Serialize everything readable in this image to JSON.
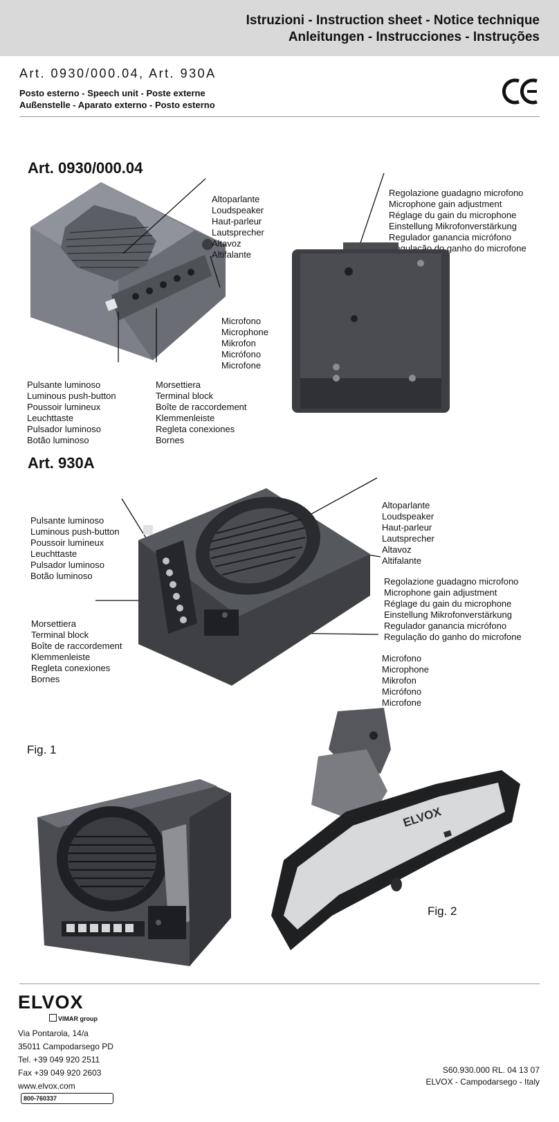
{
  "header": {
    "line1": "Istruzioni - Instruction sheet - Notice technique",
    "line2": "Anleitungen - Instrucciones - Instruções"
  },
  "title": "Art. 0930/000.04, Art. 930A",
  "subtitle": {
    "line1": "Posto esterno - Speech unit - Poste externe",
    "line2": "Außenstelle - Aparato externo  - Posto esterno"
  },
  "ce_mark": "CE",
  "section1": {
    "heading": "Art. 0930/000.04",
    "loudspeaker": [
      "Altoparlante",
      "Loudspeaker",
      "Haut-parleur",
      "Lautsprecher",
      "Altavoz",
      "Altifalante"
    ],
    "gain": [
      "Regolazione guadagno microfono",
      "Microphone gain adjustment",
      "Réglage du gain du microphone",
      "Einstellung Mikrofonverstärkung",
      "Regulador ganancia micrófono",
      "Regulação do ganho do microfone"
    ],
    "microphone": [
      "Microfono",
      "Microphone",
      "Mikrofon",
      "Micrófono",
      "Microfone"
    ],
    "button": [
      "Pulsante luminoso",
      "Luminous push-button",
      "Poussoir lumineux",
      "Leuchttaste",
      "Pulsador luminoso",
      "Botão luminoso"
    ],
    "terminal": [
      "Morsettiera",
      "Terminal block",
      "Boîte de raccordement",
      "Klemmenleiste",
      "Regleta conexiones",
      "Bornes"
    ]
  },
  "section2": {
    "heading": "Art. 930A",
    "button": [
      "Pulsante luminoso",
      "Luminous push-button",
      "Poussoir lumineux",
      "Leuchttaste",
      "Pulsador luminoso",
      "Botão luminoso"
    ],
    "loudspeaker": [
      "Altoparlante",
      "Loudspeaker",
      "Haut-parleur",
      "Lautsprecher",
      "Altavoz",
      "Altifalante"
    ],
    "gain": [
      "Regolazione guadagno microfono",
      "Microphone gain adjustment",
      "Réglage du gain du microphone",
      "Einstellung Mikrofonverstärkung",
      "Regulador ganancia micrófono",
      "Regulação do ganho do microfone"
    ],
    "terminal": [
      "Morsettiera",
      "Terminal block",
      "Boîte de raccordement",
      "Klemmenleiste",
      "Regleta conexiones",
      "Bornes"
    ],
    "microphone": [
      "Microfono",
      "Microphone",
      "Mikrofon",
      "Micrófono",
      "Microfone"
    ]
  },
  "figures": {
    "fig1": "Fig. 1",
    "fig2": "Fig. 2",
    "device_brand": "ELVOX"
  },
  "footer": {
    "logo": "ELVOX",
    "group": "VIMAR group",
    "address": [
      "Via Pontarola, 14/a",
      "35011 Campodarsego PD",
      "Tel. +39 049 920 2511",
      "Fax +39 049 920 2603"
    ],
    "web": "www.elvox.com",
    "freephone": "800-760337",
    "code": "S60.930.000  RL. 04  13 07",
    "company": "ELVOX - Campodarsego - Italy"
  }
}
